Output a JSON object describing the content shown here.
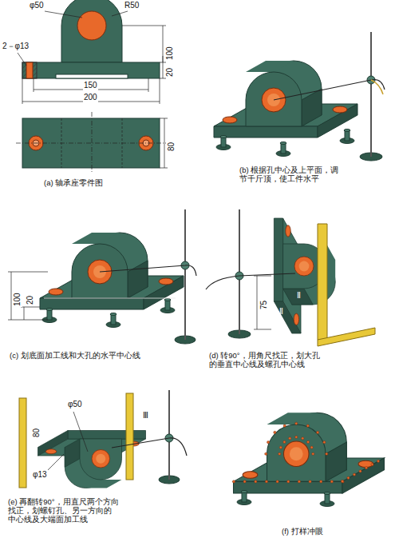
{
  "diagram": {
    "labels": [
      "φ50",
      "R50",
      "2－φ13",
      "2",
      "100",
      "150",
      "200",
      "20",
      "80",
      "(a) 轴承座零件图",
      "(b) 根据孔中心及上平面，调 节千斤顶，使工件水平",
      "100",
      "20",
      "(c) 划底面加工线和大孔的水平中心线",
      "75",
      "Ⅱ",
      "Ⅱ",
      "(d) 转90°，用角尺找正，划大孔 的垂直中心线及螺孔中心线",
      "φ50",
      "80",
      "φ13",
      "Ⅲ",
      "(e) 再翻转90°，用直尺两个方向 找正，划螺钉孔、另一方向的 中心线及大端面加工线",
      "(f) 打样冲眼"
    ]
  }
}
